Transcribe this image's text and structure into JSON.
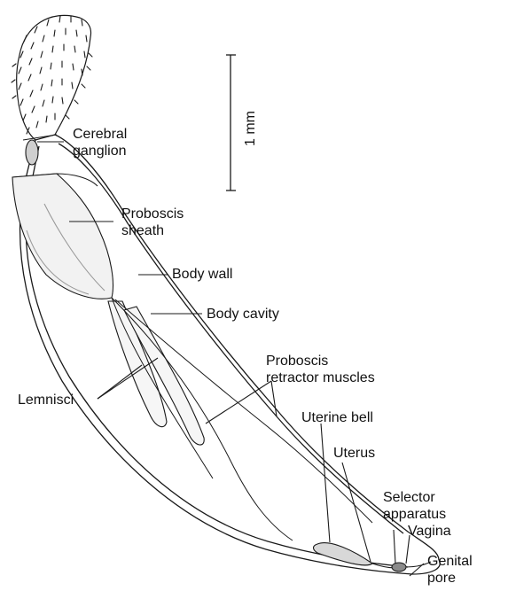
{
  "figure": {
    "scale_bar_label": "1 mm",
    "labels": {
      "cerebral_ganglion": [
        "Cerebral",
        "ganglion"
      ],
      "proboscis_sheath": [
        "Proboscis",
        "sheath"
      ],
      "body_wall": "Body wall",
      "body_cavity": "Body cavity",
      "proboscis_retractor_muscles": [
        "Proboscis",
        "retractor muscles"
      ],
      "lemnisci": "Lemnisci",
      "uterine_bell": "Uterine bell",
      "uterus": "Uterus",
      "selector_apparatus": [
        "Selector",
        "apparatus"
      ],
      "vagina": "Vagina",
      "genital_pore": [
        "Genital",
        "pore"
      ]
    }
  },
  "colors": {
    "ink": "#1a1a1a",
    "body_fill": "#ffffff",
    "shading": "#9a9a9a"
  }
}
